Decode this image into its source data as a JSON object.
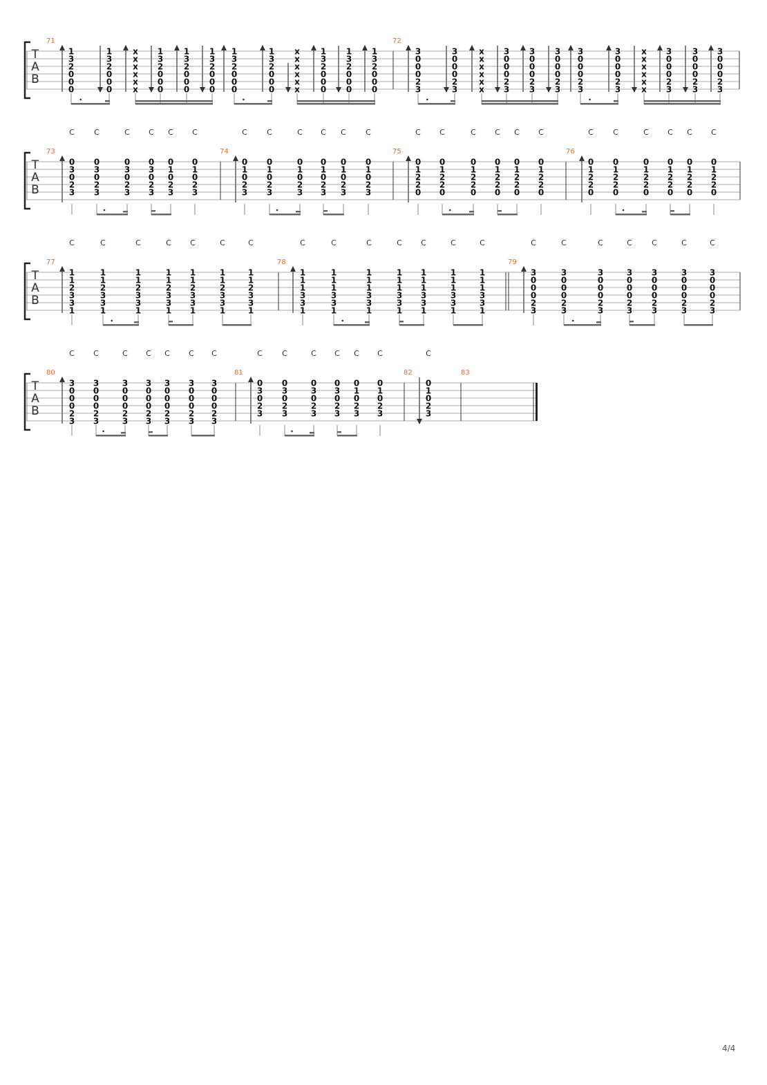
{
  "tab_clef": [
    "T",
    "A",
    "B"
  ],
  "page_number": "4/4",
  "colors": {
    "measure_number": "#f26a2e",
    "staff_line": "#aaaaaa",
    "stroke_arrow": "#666666"
  },
  "measures": [
    {
      "number": "71",
      "arrows": [
        "up",
        "down",
        "up",
        "down",
        "up",
        "down",
        "up",
        "up",
        "down",
        "up",
        "down",
        "up"
      ],
      "rhythm": [
        "8d",
        "16",
        "16",
        "16",
        "16",
        "16",
        "8d",
        "16",
        "16",
        "16",
        "16",
        "16"
      ],
      "chords": [
        {
          "frets": [
            "1",
            "3",
            "2",
            "0",
            "0",
            "0"
          ]
        },
        {
          "frets": [
            "1",
            "3",
            "2",
            "0",
            "0",
            "0"
          ]
        },
        {
          "frets": [
            "x",
            "x",
            "x",
            "x",
            "x",
            "x"
          ]
        },
        {
          "frets": [
            "1",
            "3",
            "2",
            "0",
            "0",
            "0"
          ]
        },
        {
          "frets": [
            "1",
            "3",
            "2",
            "0",
            "0",
            "0"
          ]
        },
        {
          "frets": [
            "1",
            "3",
            "2",
            "0",
            "0",
            "0"
          ]
        },
        {
          "frets": [
            "1",
            "3",
            "2",
            "0",
            "0",
            "0"
          ]
        },
        {
          "frets": [
            "1",
            "3",
            "2",
            "0",
            "0",
            "0"
          ]
        },
        {
          "frets": [
            "x",
            "x",
            "x",
            "x",
            "x",
            "x"
          ]
        },
        {
          "frets": [
            "1",
            "3",
            "2",
            "0",
            "0",
            "0"
          ]
        },
        {
          "frets": [
            "1",
            "3",
            "2",
            "0",
            "0",
            "0"
          ]
        },
        {
          "frets": [
            "1",
            "3",
            "2",
            "0",
            "0",
            "0"
          ]
        }
      ]
    },
    {
      "number": "72",
      "arrows": [
        "up",
        "down",
        "up",
        "down",
        "up",
        "down",
        "up",
        "up",
        "down",
        "up",
        "down",
        "up"
      ],
      "rhythm": [
        "8d",
        "16",
        "16",
        "16",
        "16",
        "16",
        "8d",
        "16",
        "16",
        "16",
        "16",
        "16"
      ],
      "chords": [
        {
          "frets": [
            "3",
            "0",
            "0",
            "0",
            "2",
            "3"
          ]
        },
        {
          "frets": [
            "3",
            "0",
            "0",
            "0",
            "2",
            "3"
          ]
        },
        {
          "frets": [
            "x",
            "x",
            "x",
            "x",
            "x",
            "x"
          ]
        },
        {
          "frets": [
            "3",
            "0",
            "0",
            "0",
            "2",
            "3"
          ]
        },
        {
          "frets": [
            "3",
            "0",
            "0",
            "0",
            "2",
            "3"
          ]
        },
        {
          "frets": [
            "3",
            "0",
            "0",
            "0",
            "2",
            "3"
          ]
        },
        {
          "frets": [
            "3",
            "0",
            "0",
            "0",
            "2",
            "3"
          ]
        },
        {
          "frets": [
            "3",
            "0",
            "0",
            "0",
            "2",
            "3"
          ]
        },
        {
          "frets": [
            "x",
            "x",
            "x",
            "x",
            "x",
            "x"
          ]
        },
        {
          "frets": [
            "3",
            "0",
            "0",
            "0",
            "2",
            "3"
          ]
        },
        {
          "frets": [
            "3",
            "0",
            "0",
            "0",
            "2",
            "3"
          ]
        },
        {
          "frets": [
            "3",
            "0",
            "0",
            "0",
            "2",
            "3"
          ]
        }
      ]
    },
    {
      "number": "73",
      "arrows": [
        "up"
      ],
      "rhythm": [
        "q",
        "8d",
        "16",
        "16",
        "8d",
        "q"
      ],
      "chords": [
        {
          "name": "C",
          "frets": [
            "0",
            "3",
            "0",
            "2",
            "3",
            ""
          ]
        },
        {
          "name": "C",
          "frets": [
            "0",
            "3",
            "0",
            "2",
            "3",
            ""
          ]
        },
        {
          "name": "C",
          "frets": [
            "0",
            "3",
            "0",
            "2",
            "3",
            ""
          ]
        },
        {
          "name": "C",
          "frets": [
            "0",
            "3",
            "0",
            "2",
            "3",
            ""
          ]
        },
        {
          "name": "C",
          "frets": [
            "0",
            "1",
            "0",
            "2",
            "3",
            ""
          ]
        },
        {
          "name": "C",
          "frets": [
            "0",
            "1",
            "0",
            "2",
            "3",
            ""
          ]
        }
      ]
    },
    {
      "number": "74",
      "arrows": [
        "up"
      ],
      "rhythm": [
        "q",
        "8d",
        "16",
        "16",
        "8d",
        "q"
      ],
      "chords": [
        {
          "name": "C",
          "frets": [
            "0",
            "1",
            "0",
            "2",
            "3",
            ""
          ]
        },
        {
          "name": "C",
          "frets": [
            "0",
            "1",
            "0",
            "2",
            "3",
            ""
          ]
        },
        {
          "name": "C",
          "frets": [
            "0",
            "1",
            "0",
            "2",
            "3",
            ""
          ]
        },
        {
          "name": "C",
          "frets": [
            "0",
            "1",
            "0",
            "2",
            "3",
            ""
          ]
        },
        {
          "name": "C",
          "frets": [
            "0",
            "1",
            "0",
            "2",
            "3",
            ""
          ]
        },
        {
          "name": "C",
          "frets": [
            "0",
            "1",
            "0",
            "2",
            "3",
            ""
          ]
        }
      ]
    },
    {
      "number": "75",
      "arrows": [
        "up"
      ],
      "rhythm": [
        "q",
        "8d",
        "16",
        "16",
        "8d",
        "q"
      ],
      "chords": [
        {
          "name": "C",
          "frets": [
            "0",
            "1",
            "2",
            "2",
            "0",
            ""
          ]
        },
        {
          "name": "C",
          "frets": [
            "0",
            "1",
            "2",
            "2",
            "0",
            ""
          ]
        },
        {
          "name": "C",
          "frets": [
            "0",
            "1",
            "2",
            "2",
            "0",
            ""
          ]
        },
        {
          "name": "C",
          "frets": [
            "0",
            "1",
            "2",
            "2",
            "0",
            ""
          ]
        },
        {
          "name": "C",
          "frets": [
            "0",
            "1",
            "2",
            "2",
            "0",
            ""
          ]
        },
        {
          "name": "C",
          "frets": [
            "0",
            "1",
            "2",
            "2",
            "0",
            ""
          ]
        }
      ]
    },
    {
      "number": "76",
      "arrows": [
        "up"
      ],
      "rhythm": [
        "q",
        "8d",
        "16",
        "16",
        "8d",
        "q"
      ],
      "chords": [
        {
          "name": "C",
          "frets": [
            "0",
            "1",
            "2",
            "2",
            "0",
            ""
          ]
        },
        {
          "name": "C",
          "frets": [
            "0",
            "1",
            "2",
            "2",
            "0",
            ""
          ]
        },
        {
          "name": "C",
          "frets": [
            "0",
            "1",
            "2",
            "2",
            "0",
            ""
          ]
        },
        {
          "name": "C",
          "frets": [
            "0",
            "1",
            "2",
            "2",
            "0",
            ""
          ]
        },
        {
          "name": "C",
          "frets": [
            "0",
            "1",
            "2",
            "2",
            "0",
            ""
          ]
        },
        {
          "name": "C",
          "frets": [
            "0",
            "1",
            "2",
            "2",
            "0",
            ""
          ]
        }
      ]
    },
    {
      "number": "77",
      "arrows": [
        "up"
      ],
      "rhythm": [
        "q",
        "8d",
        "16",
        "16",
        "8d",
        "8",
        "8"
      ],
      "chords": [
        {
          "name": "C",
          "frets": [
            "1",
            "1",
            "2",
            "3",
            "3",
            "1"
          ]
        },
        {
          "name": "C",
          "frets": [
            "1",
            "1",
            "2",
            "3",
            "3",
            "1"
          ]
        },
        {
          "name": "C",
          "frets": [
            "1",
            "1",
            "2",
            "3",
            "3",
            "1"
          ]
        },
        {
          "name": "C",
          "frets": [
            "1",
            "1",
            "2",
            "3",
            "3",
            "1"
          ]
        },
        {
          "name": "C",
          "frets": [
            "1",
            "1",
            "2",
            "3",
            "3",
            "1"
          ]
        },
        {
          "name": "C",
          "frets": [
            "1",
            "1",
            "2",
            "3",
            "3",
            "1"
          ]
        },
        {
          "name": "C",
          "frets": [
            "1",
            "1",
            "2",
            "3",
            "3",
            "1"
          ]
        }
      ]
    },
    {
      "number": "78",
      "arrows": [
        "up"
      ],
      "rhythm": [
        "q",
        "8d",
        "16",
        "16",
        "8d",
        "8",
        "8"
      ],
      "chords": [
        {
          "name": "C",
          "frets": [
            "1",
            "1",
            "1",
            "3",
            "3",
            "1"
          ]
        },
        {
          "name": "C",
          "frets": [
            "1",
            "1",
            "1",
            "3",
            "3",
            "1"
          ]
        },
        {
          "name": "C",
          "frets": [
            "1",
            "1",
            "1",
            "3",
            "3",
            "1"
          ]
        },
        {
          "name": "C",
          "frets": [
            "1",
            "1",
            "1",
            "3",
            "3",
            "1"
          ]
        },
        {
          "name": "C",
          "frets": [
            "1",
            "1",
            "1",
            "3",
            "3",
            "1"
          ]
        },
        {
          "name": "C",
          "frets": [
            "1",
            "1",
            "1",
            "3",
            "3",
            "1"
          ]
        },
        {
          "name": "C",
          "frets": [
            "1",
            "1",
            "1",
            "3",
            "3",
            "1"
          ]
        }
      ]
    },
    {
      "number": "79",
      "arrows": [
        "up"
      ],
      "rhythm": [
        "q",
        "8d",
        "16",
        "16",
        "8d",
        "8",
        "8"
      ],
      "chords": [
        {
          "name": "C",
          "frets": [
            "3",
            "0",
            "0",
            "0",
            "2",
            "3"
          ]
        },
        {
          "name": "C",
          "frets": [
            "3",
            "0",
            "0",
            "0",
            "2",
            "3"
          ]
        },
        {
          "name": "C",
          "frets": [
            "3",
            "0",
            "0",
            "0",
            "2",
            "3"
          ]
        },
        {
          "name": "C",
          "frets": [
            "3",
            "0",
            "0",
            "0",
            "2",
            "3"
          ]
        },
        {
          "name": "C",
          "frets": [
            "3",
            "0",
            "0",
            "0",
            "2",
            "3"
          ]
        },
        {
          "name": "C",
          "frets": [
            "3",
            "0",
            "0",
            "0",
            "2",
            "3"
          ]
        },
        {
          "name": "C",
          "frets": [
            "3",
            "0",
            "0",
            "0",
            "2",
            "3"
          ]
        }
      ]
    },
    {
      "number": "80",
      "arrows": [
        "up"
      ],
      "rhythm": [
        "q",
        "8d",
        "16",
        "16",
        "8d",
        "8",
        "8"
      ],
      "chords": [
        {
          "name": "C",
          "frets": [
            "3",
            "0",
            "0",
            "0",
            "2",
            "3"
          ]
        },
        {
          "name": "C",
          "frets": [
            "3",
            "0",
            "0",
            "0",
            "2",
            "3"
          ]
        },
        {
          "name": "C",
          "frets": [
            "3",
            "0",
            "0",
            "0",
            "2",
            "3"
          ]
        },
        {
          "name": "C",
          "frets": [
            "3",
            "0",
            "0",
            "0",
            "2",
            "3"
          ]
        },
        {
          "name": "C",
          "frets": [
            "3",
            "0",
            "0",
            "0",
            "2",
            "3"
          ]
        },
        {
          "name": "C",
          "frets": [
            "3",
            "0",
            "0",
            "0",
            "2",
            "3"
          ]
        },
        {
          "name": "C",
          "frets": [
            "3",
            "0",
            "0",
            "0",
            "2",
            "3"
          ]
        }
      ]
    },
    {
      "number": "81",
      "arrows": [
        "up"
      ],
      "rhythm": [
        "q",
        "8d",
        "16",
        "16",
        "8d",
        "q"
      ],
      "chords": [
        {
          "name": "C",
          "frets": [
            "0",
            "3",
            "0",
            "2",
            "3",
            ""
          ]
        },
        {
          "name": "C",
          "frets": [
            "0",
            "3",
            "0",
            "2",
            "3",
            ""
          ]
        },
        {
          "name": "C",
          "frets": [
            "0",
            "3",
            "0",
            "2",
            "3",
            ""
          ]
        },
        {
          "name": "C",
          "frets": [
            "0",
            "3",
            "0",
            "2",
            "3",
            ""
          ]
        },
        {
          "name": "C",
          "frets": [
            "0",
            "1",
            "0",
            "2",
            "3",
            ""
          ]
        },
        {
          "name": "C",
          "frets": [
            "0",
            "1",
            "0",
            "2",
            "3",
            ""
          ]
        }
      ]
    },
    {
      "number": "82",
      "arrows": [
        "down"
      ],
      "rhythm": [
        "none"
      ],
      "chords": [
        {
          "name": "C",
          "frets": [
            "0",
            "1",
            "0",
            "2",
            "3",
            ""
          ]
        }
      ]
    },
    {
      "number": "83",
      "arrows": [],
      "rhythm": [],
      "chords": []
    }
  ]
}
